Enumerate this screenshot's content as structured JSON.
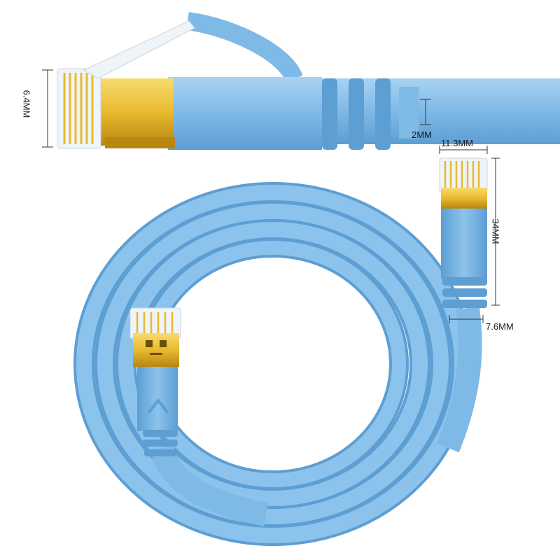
{
  "dimensions": {
    "plug_height": "6.4MM",
    "cable_thickness": "2MM",
    "plug_width": "11.3MM",
    "plug_length": "34MM",
    "cable_width": "7.6MM"
  },
  "colors": {
    "cable_blue": "#7fb9e6",
    "cable_blue_dark": "#5d9ed3",
    "cable_blue_light": "#a8d2f2",
    "gold": "#e9b92f",
    "gold_dark": "#b9860f",
    "gold_light": "#f7dc6f",
    "clear_plastic": "#eef4f8",
    "line": "#333333"
  }
}
